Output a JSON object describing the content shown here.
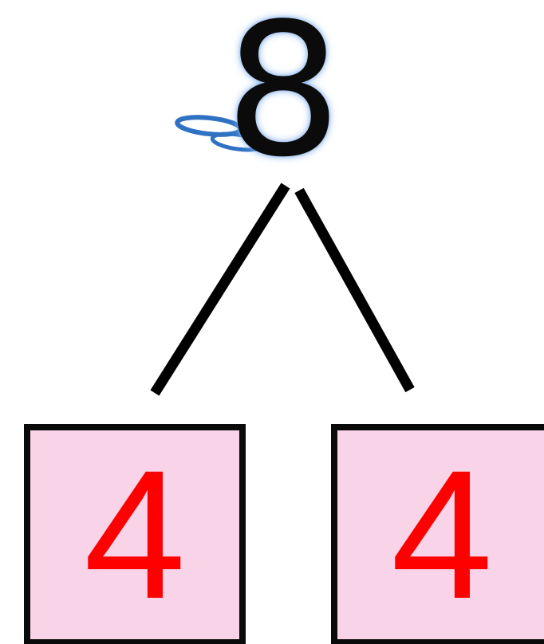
{
  "number_bond": {
    "whole": "8",
    "parts": [
      "4",
      "4"
    ]
  },
  "colors": {
    "whole_text": "#0b0b0b",
    "whole_glow": "#78aaeb",
    "swirl": "#2f72c4",
    "branch_line": "#000000",
    "part_box_fill": "#f9d3e8",
    "part_box_border": "#0a0a0a",
    "part_text": "#ff0000"
  }
}
